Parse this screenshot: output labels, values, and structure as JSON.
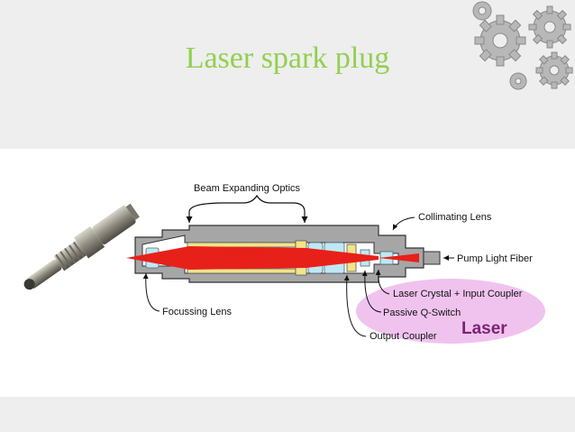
{
  "slide": {
    "title": "Laser spark plug"
  },
  "diagram": {
    "labels": {
      "beam_expanding_optics": "Beam Expanding Optics",
      "collimating_lens": "Collimating Lens",
      "pump_light_fiber": "Pump Light Fiber",
      "laser_crystal": "Laser Crystal  + Input Coupler",
      "passive_q_switch": "Passive Q-Switch",
      "output_coupler": "Output Coupler",
      "focussing_lens": "Focussing Lens",
      "laser": "Laser"
    },
    "colors": {
      "beam": "#e8201a",
      "crystal_highlight": "#f0c3ef",
      "laser_text": "#7a2470",
      "title": "#92d050",
      "lens": "#bfe8f2",
      "housing": "#9a9a9a",
      "yellow_parts": "#f2e48a"
    }
  }
}
